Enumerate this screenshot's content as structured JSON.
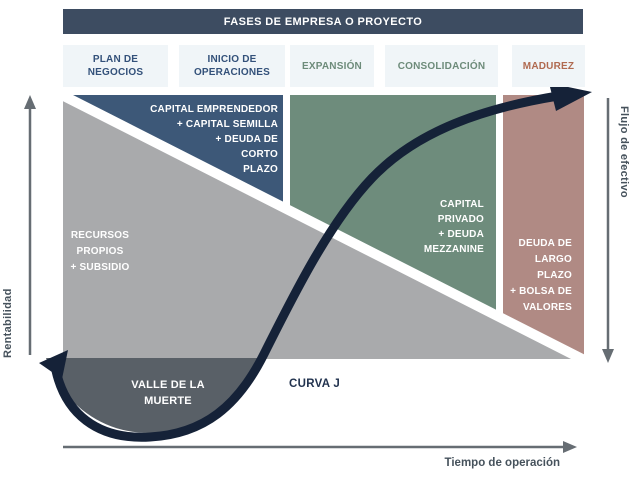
{
  "header": {
    "title": "FASES DE EMPRESA O PROYECTO"
  },
  "phases": [
    {
      "label": "PLAN DE\nNEGOCIOS"
    },
    {
      "label": "INICIO DE\nOPERACIONES"
    },
    {
      "label": "EXPANSIÓN"
    },
    {
      "label": "CONSOLIDACIÓN"
    },
    {
      "label": "MADUREZ"
    }
  ],
  "regions": {
    "blue": {
      "label": "CAPITAL EMPRENDEDOR\n+ CAPITAL SEMILLA\n+ DEUDA DE\nCORTO\nPLAZO"
    },
    "gray": {
      "label": "RECURSOS\nPROPIOS\n+ SUBSIDIO"
    },
    "green": {
      "label": "CAPITAL\nPRIVADO\n+ DEUDA\nMEZZANINE"
    },
    "rose": {
      "label": "DEUDA DE\nLARGO\nPLAZO\n+ BOLSA DE\nVALORES"
    },
    "valley": {
      "label": "VALLE DE LA\nMUERTE"
    }
  },
  "curve": {
    "label": "CURVA J"
  },
  "axes": {
    "left_label": "Rentabilidad",
    "right_label": "Flujo de efectivo",
    "bottom_label": "Tiempo de operación"
  },
  "colors": {
    "header_bg": "#3d4c61",
    "phase_bg": "#f0f5f8",
    "phase_blue_text": "#33517a",
    "phase_green_text": "#6d8b7a",
    "phase_rose_text": "#b06a50",
    "region_blue": "#3d5878",
    "region_green": "#6e8c7c",
    "region_rose": "#b08a84",
    "region_gray": "#a9aaac",
    "valley": "#596067",
    "curve": "#152238",
    "curve_label": "#22334f",
    "axis": "#666d73",
    "axis_label": "#46525c"
  }
}
